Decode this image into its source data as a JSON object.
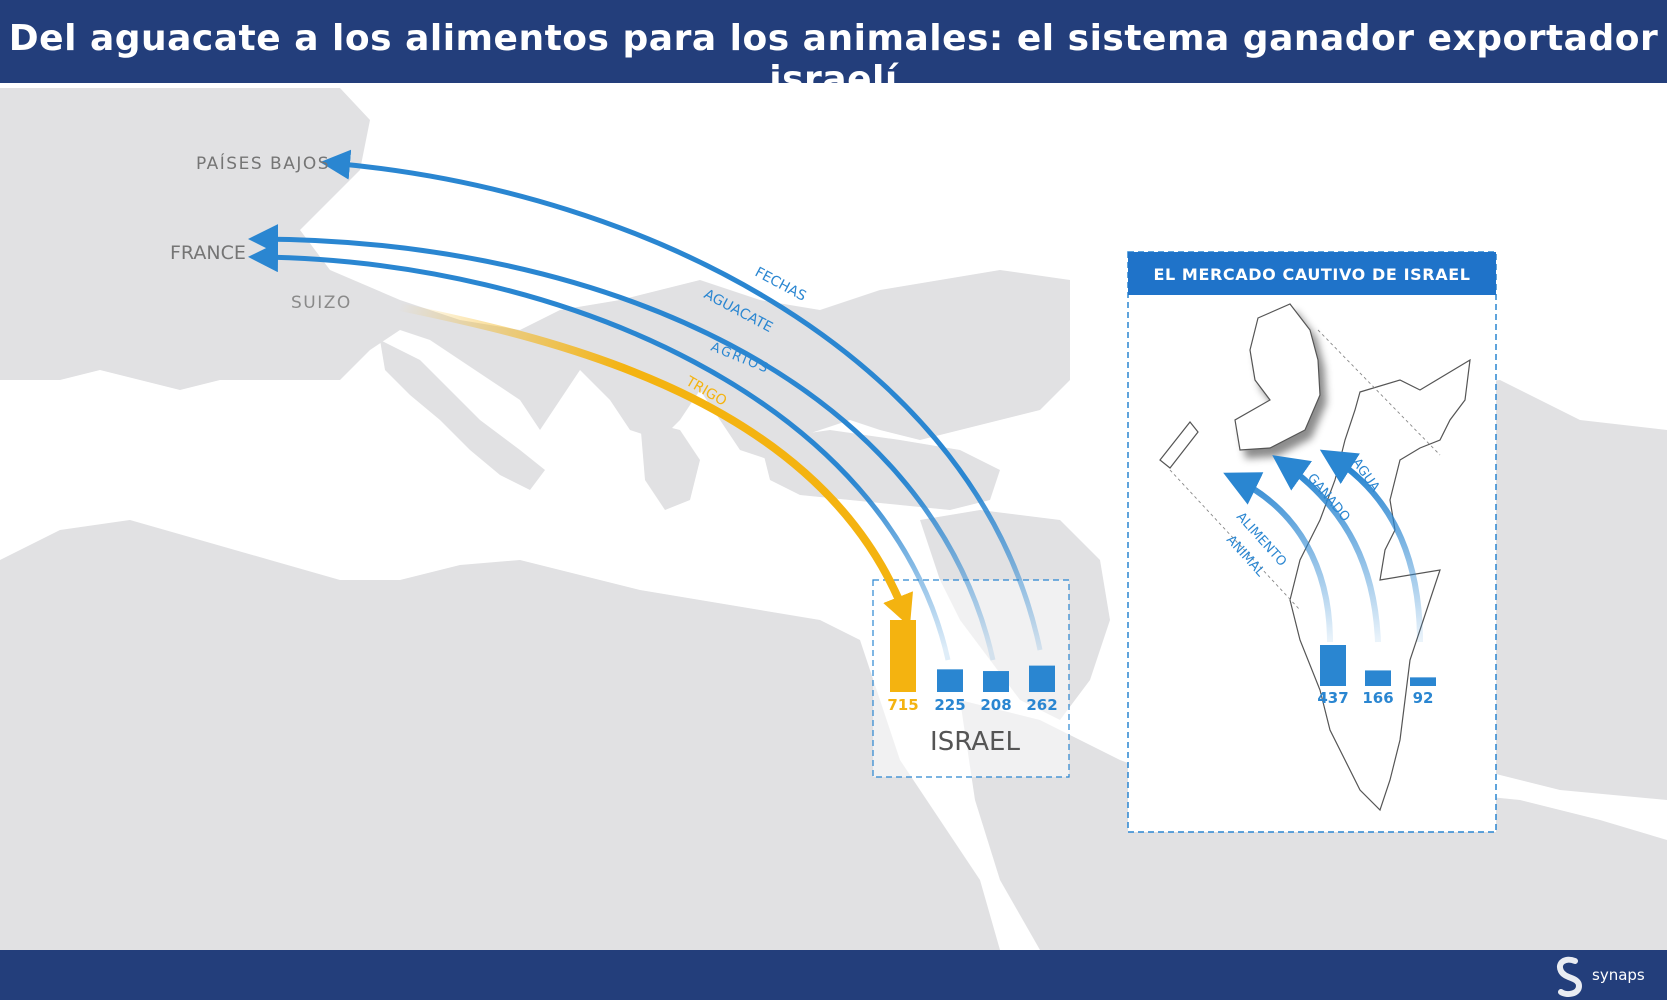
{
  "title": "Del aguacate a los alimentos para los animales: el sistema ganador exportador israelí",
  "brand": "synaps",
  "countries": {
    "netherlands": "PAÍSES BAJOS",
    "france": "FRANCE",
    "switzerland": "SUIZO"
  },
  "flows": {
    "fechas": "FECHAS",
    "aguacate": "AGUACATE",
    "agrios": "AGRIOS",
    "trigo": "TRIGO"
  },
  "israel_label": "ISRAEL",
  "exports": [
    {
      "label": "715",
      "value": 715,
      "color": "#f4b310"
    },
    {
      "label": "225",
      "value": 225,
      "color": "#2a86d1"
    },
    {
      "label": "208",
      "value": 208,
      "color": "#2a86d1"
    },
    {
      "label": "262",
      "value": 262,
      "color": "#2a86d1"
    }
  ],
  "inset": {
    "title": "EL MERCADO CAUTIVO DE ISRAEL",
    "flows": {
      "agua": "AGUA",
      "ganado": "GANADO",
      "alimento_line1": "ALIMENTO",
      "alimento_line2": "ANIMAL"
    },
    "bars": [
      {
        "label": "437",
        "value": 437
      },
      {
        "label": "166",
        "value": 166
      },
      {
        "label": "92",
        "value": 92
      }
    ]
  },
  "colors": {
    "header": "#233e7b",
    "blue": "#2a86d1",
    "gold": "#f4b310",
    "land": "#e1e1e3",
    "inset_header": "#1f73c9"
  }
}
